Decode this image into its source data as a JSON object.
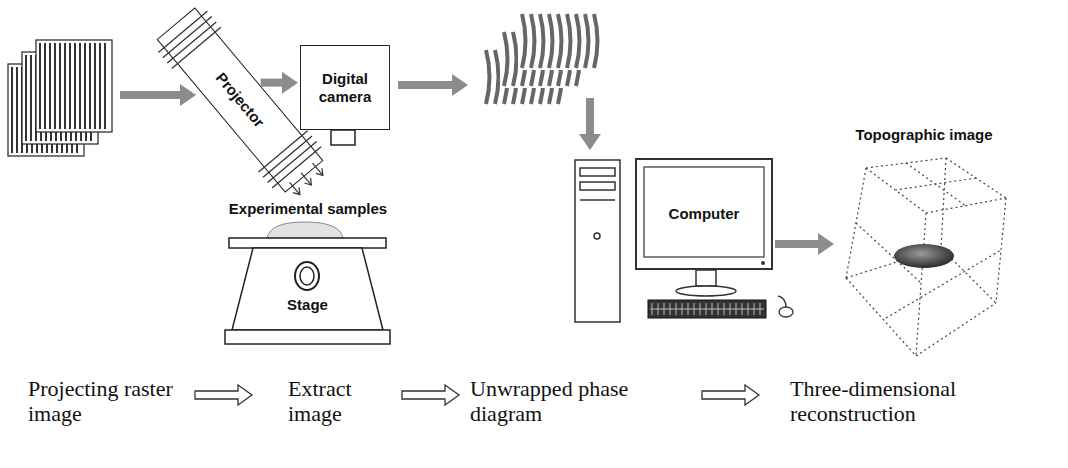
{
  "diagram": {
    "nodes": [
      {
        "text": [
          "Projector"
        ]
      },
      {
        "text": [
          "Digital camera"
        ]
      },
      {
        "text": [
          "Stage"
        ]
      },
      {
        "text": [
          "Computer"
        ]
      },
      {
        "text": [
          "Topographic image"
        ]
      }
    ],
    "edges": [
      {
        "from": 0,
        "to": 1,
        "arrow": "to"
      },
      {
        "from": 3,
        "to": 4,
        "arrow": "to"
      }
    ],
    "labels": [
      "Experimental samples",
      "Projecting raster image",
      "Extract image",
      "Unwrapped phase diagram",
      "Three-dimensional reconstruction"
    ]
  }
}
